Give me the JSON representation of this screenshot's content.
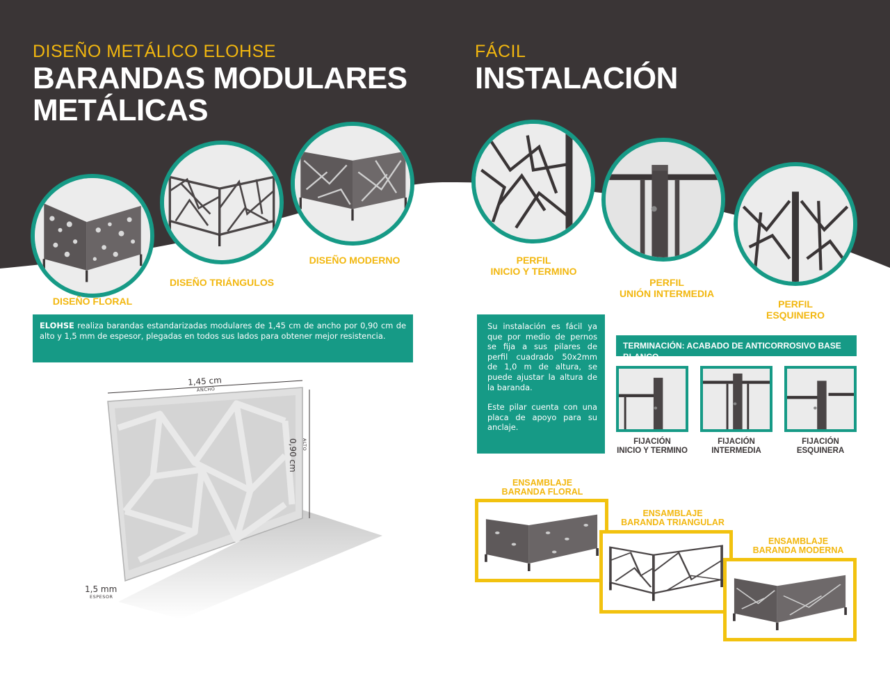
{
  "left": {
    "subtitle": "DISEÑO METÁLICO ELOHSE",
    "title_line1": "BARANDAS MODULARES",
    "title_line2": "METÁLICAS",
    "designs": [
      {
        "label": "DISEÑO FLORAL"
      },
      {
        "label": "DISEÑO TRIÁNGULOS"
      },
      {
        "label": "DISEÑO MODERNO"
      }
    ],
    "intro_brand": "ELOHSE",
    "intro_text": " realiza barandas estandarizadas modulares de 1,45 cm de ancho por 0,90  cm de alto y 1,5 mm de espesor, plegadas en todos sus lados para obtener mejor resistencia.",
    "dimensions": {
      "width_value": "1,45 cm",
      "width_label": "ANCHO",
      "height_value": "0,90 cm",
      "height_label": "ALTO",
      "thickness_value": "1,5 mm",
      "thickness_label": "ESPESOR"
    }
  },
  "right": {
    "subtitle": "FÁCIL",
    "title": "INSTALACIÓN",
    "profiles": [
      {
        "line1": "PERFIL",
        "line2": "INICIO Y TERMINO"
      },
      {
        "line1": "PERFIL",
        "line2": "UNIÓN INTERMEDIA"
      },
      {
        "line1": "PERFIL",
        "line2": "ESQUINERO"
      }
    ],
    "install_p1": "Su instalación es fácil ya que por medio de pernos se fija a sus pilares de perfil cuadrado 50x2mm de 1,0 m de altura, se puede ajustar la altura de la baranda.",
    "install_p2": "Este pilar cuenta con una placa de apoyo para su anclaje.",
    "termination_label": "TERMINACIÓN:",
    "termination_text": " ACABADO DE ANTICORROSIVO BASE BLANCO",
    "fixations": [
      {
        "line1": "FIJACIÓN",
        "line2": "INICIO Y TERMINO"
      },
      {
        "line1": "FIJACIÓN",
        "line2": "INTERMEDIA"
      },
      {
        "line1": "FIJACIÓN",
        "line2": "ESQUINERA"
      }
    ],
    "assemblies": [
      {
        "line1": "ENSAMBLAJE",
        "line2": "BARANDA FLORAL"
      },
      {
        "line1": "ENSAMBLAJE",
        "line2": "BARANDA TRIANGULAR"
      },
      {
        "line1": "ENSAMBLAJE",
        "line2": "BARANDA MODERNA"
      }
    ]
  },
  "colors": {
    "dark": "#3a3536",
    "teal": "#169a86",
    "yellow": "#f2b70f",
    "frame_yellow": "#f2c20f"
  }
}
